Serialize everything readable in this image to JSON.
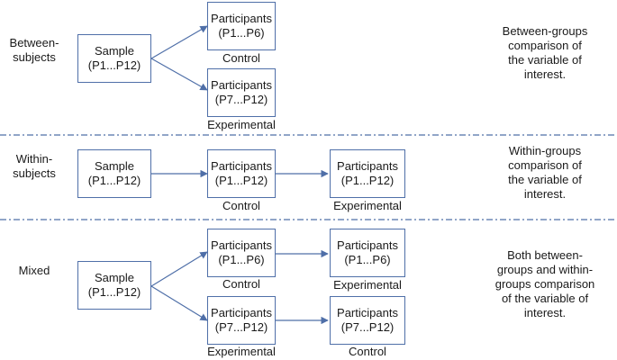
{
  "rows": [
    {
      "label_lines": [
        "Between-",
        "subjects"
      ],
      "description_lines": [
        "Between-groups",
        "comparison of",
        "the variable of",
        "interest."
      ]
    },
    {
      "label_lines": [
        "Within-",
        "subjects"
      ],
      "description_lines": [
        "Within-groups",
        "comparison of",
        "the variable of",
        "interest."
      ]
    },
    {
      "label_lines": [
        "Mixed"
      ],
      "description_lines": [
        "Both between-",
        "groups and within-",
        "groups comparison",
        "of the variable of",
        "interest."
      ]
    }
  ],
  "nodes": {
    "r1_sample": {
      "line1": "Sample",
      "line2": "(P1...P12)"
    },
    "r1_top": {
      "line1": "Participants",
      "line2": "(P1...P6)",
      "caption": "Control"
    },
    "r1_bottom": {
      "line1": "Participants",
      "line2": "(P7...P12)",
      "caption": "Experimental"
    },
    "r2_sample": {
      "line1": "Sample",
      "line2": "(P1...P12)"
    },
    "r2_mid": {
      "line1": "Participants",
      "line2": "(P1...P12)",
      "caption": "Control"
    },
    "r2_right": {
      "line1": "Participants",
      "line2": "(P1...P12)",
      "caption": "Experimental"
    },
    "r3_sample": {
      "line1": "Sample",
      "line2": "(P1...P12)"
    },
    "r3_top": {
      "line1": "Participants",
      "line2": "(P1...P6)",
      "caption": "Control"
    },
    "r3_top_r": {
      "line1": "Participants",
      "line2": "(P1...P6)",
      "caption": "Experimental"
    },
    "r3_bottom": {
      "line1": "Participants",
      "line2": "(P7...P12)",
      "caption": "Experimental"
    },
    "r3_bottom_r": {
      "line1": "Participants",
      "line2": "(P7...P12)",
      "caption": "Control"
    }
  },
  "colors": {
    "line": "#4f6fa8",
    "divider": "#4f6fa8"
  }
}
